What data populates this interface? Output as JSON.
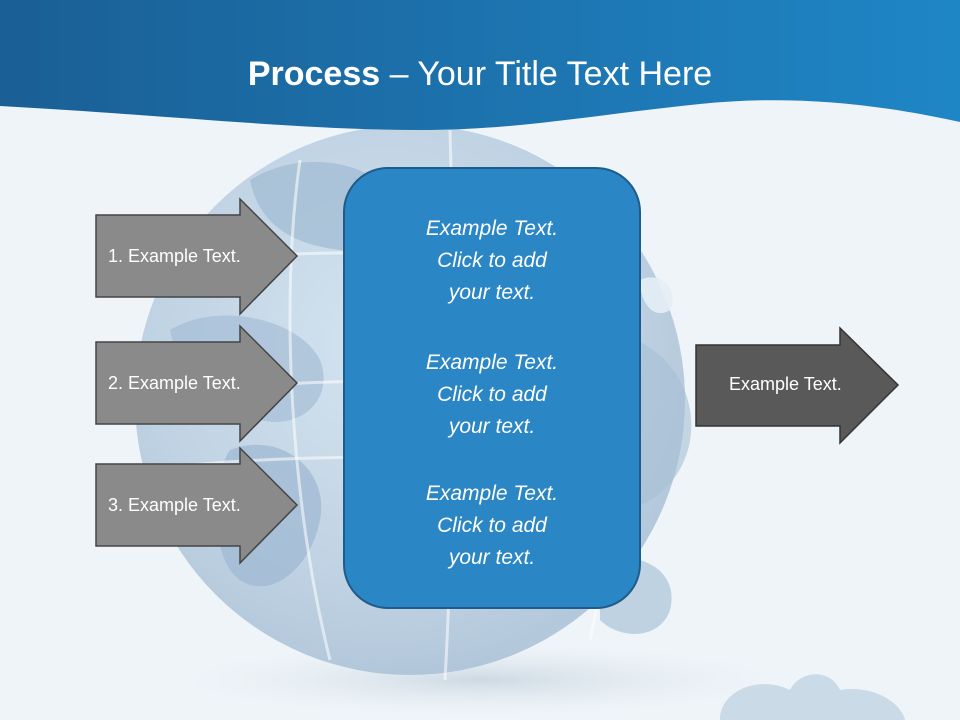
{
  "title": {
    "bold": "Process",
    "rest": " – Your Title Text Here"
  },
  "left_arrows": [
    {
      "label": "1. Example Text."
    },
    {
      "label": "2. Example Text."
    },
    {
      "label": "3. Example Text."
    }
  ],
  "center_box": {
    "paragraphs": [
      {
        "lines": [
          "Example Text.",
          "Click  to add",
          "your text."
        ]
      },
      {
        "lines": [
          "Example Text.",
          "Click  to add",
          "your text."
        ]
      },
      {
        "lines": [
          "Example Text.",
          "Click  to add",
          "your text."
        ]
      }
    ]
  },
  "right_arrow": {
    "label": "Example Text."
  },
  "colors": {
    "header_blue": "#1a6aa6",
    "box_blue": "#2a86c4",
    "box_border": "#1e5c8c",
    "arrow_gray": "#8a8a8a",
    "arrow_dark": "#595959",
    "globe": "#b9cfe2"
  }
}
